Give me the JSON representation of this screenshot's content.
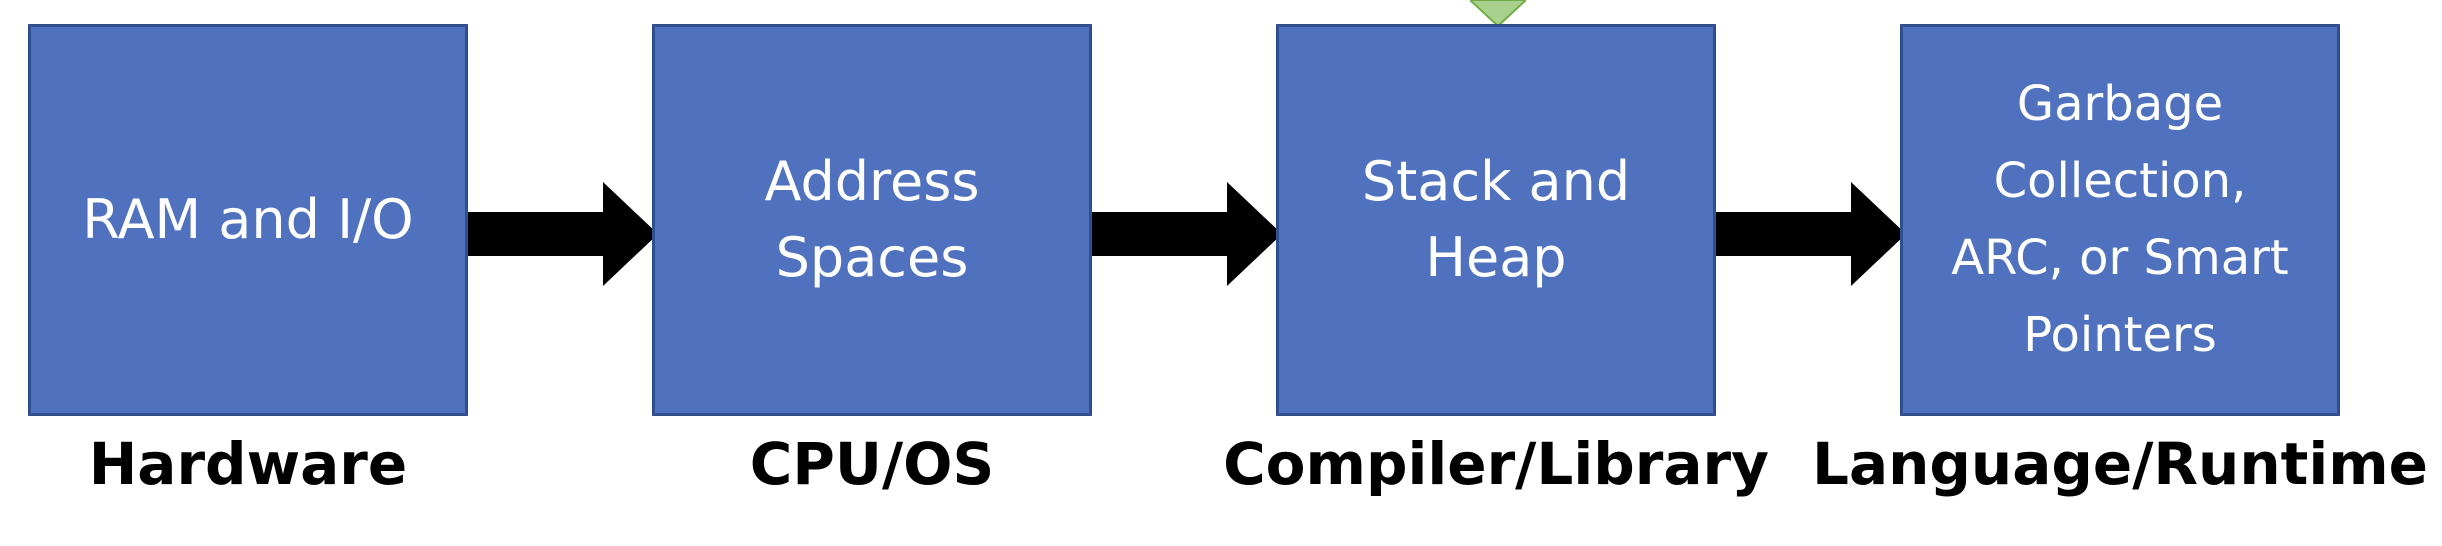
{
  "stages": [
    {
      "text": "RAM and I/O",
      "layer": "Hardware"
    },
    {
      "text": "Address\nSpaces",
      "layer": "CPU/OS"
    },
    {
      "text": "Stack and\nHeap",
      "layer": "Compiler/Library"
    },
    {
      "text": "Garbage\nCollection,\nARC, or Smart\nPointers",
      "layer": "Language/Runtime"
    }
  ],
  "colors": {
    "box_fill": "#4f71be",
    "box_border": "#2f4f8f",
    "box_text": "#ffffff",
    "arrow": "#000000",
    "label_text": "#000000",
    "top_marker_fill": "#a9d18e",
    "top_marker_stroke": "#70ad47"
  }
}
